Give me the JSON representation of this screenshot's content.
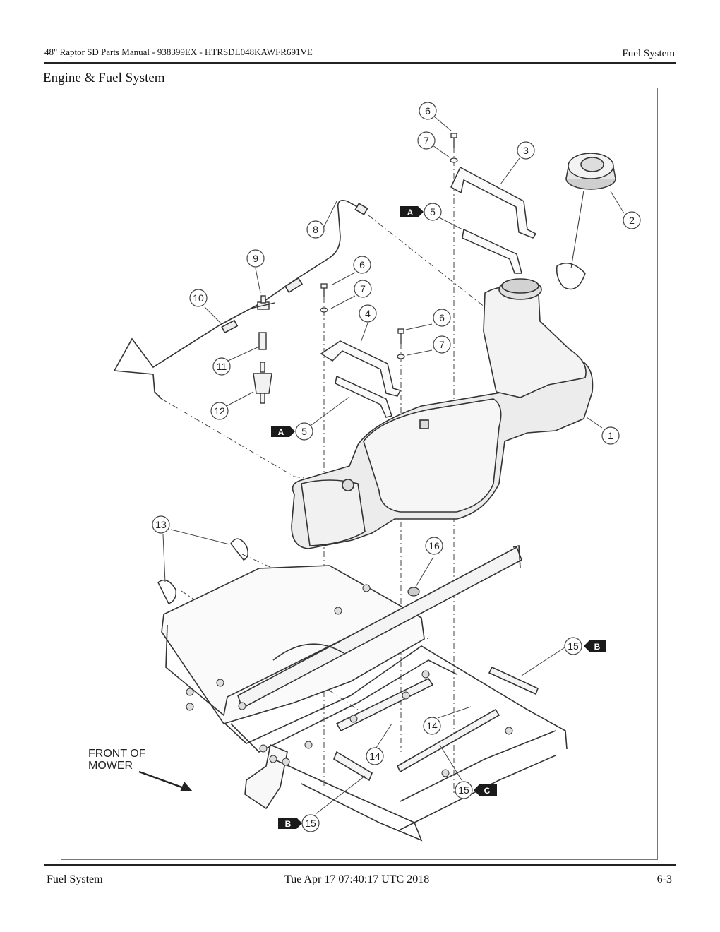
{
  "header": {
    "left": "48\" Raptor SD Parts Manual - 938399EX - HTRSDL048KAWFR691VE",
    "right": "Fuel System"
  },
  "section_title": "Engine & Fuel System",
  "figure": {
    "callouts": [
      "1",
      "2",
      "3",
      "4",
      "5",
      "5",
      "6",
      "6",
      "6",
      "7",
      "7",
      "7",
      "8",
      "9",
      "10",
      "11",
      "12",
      "13",
      "14",
      "14",
      "15",
      "15",
      "15",
      "16"
    ],
    "tags": [
      "A",
      "A",
      "B",
      "B",
      "C"
    ],
    "front_label_line1": "FRONT OF",
    "front_label_line2": "MOWER"
  },
  "footer": {
    "left": "Fuel System",
    "center": "Tue Apr 17 07:40:17 UTC 2018",
    "right": "6-3"
  }
}
